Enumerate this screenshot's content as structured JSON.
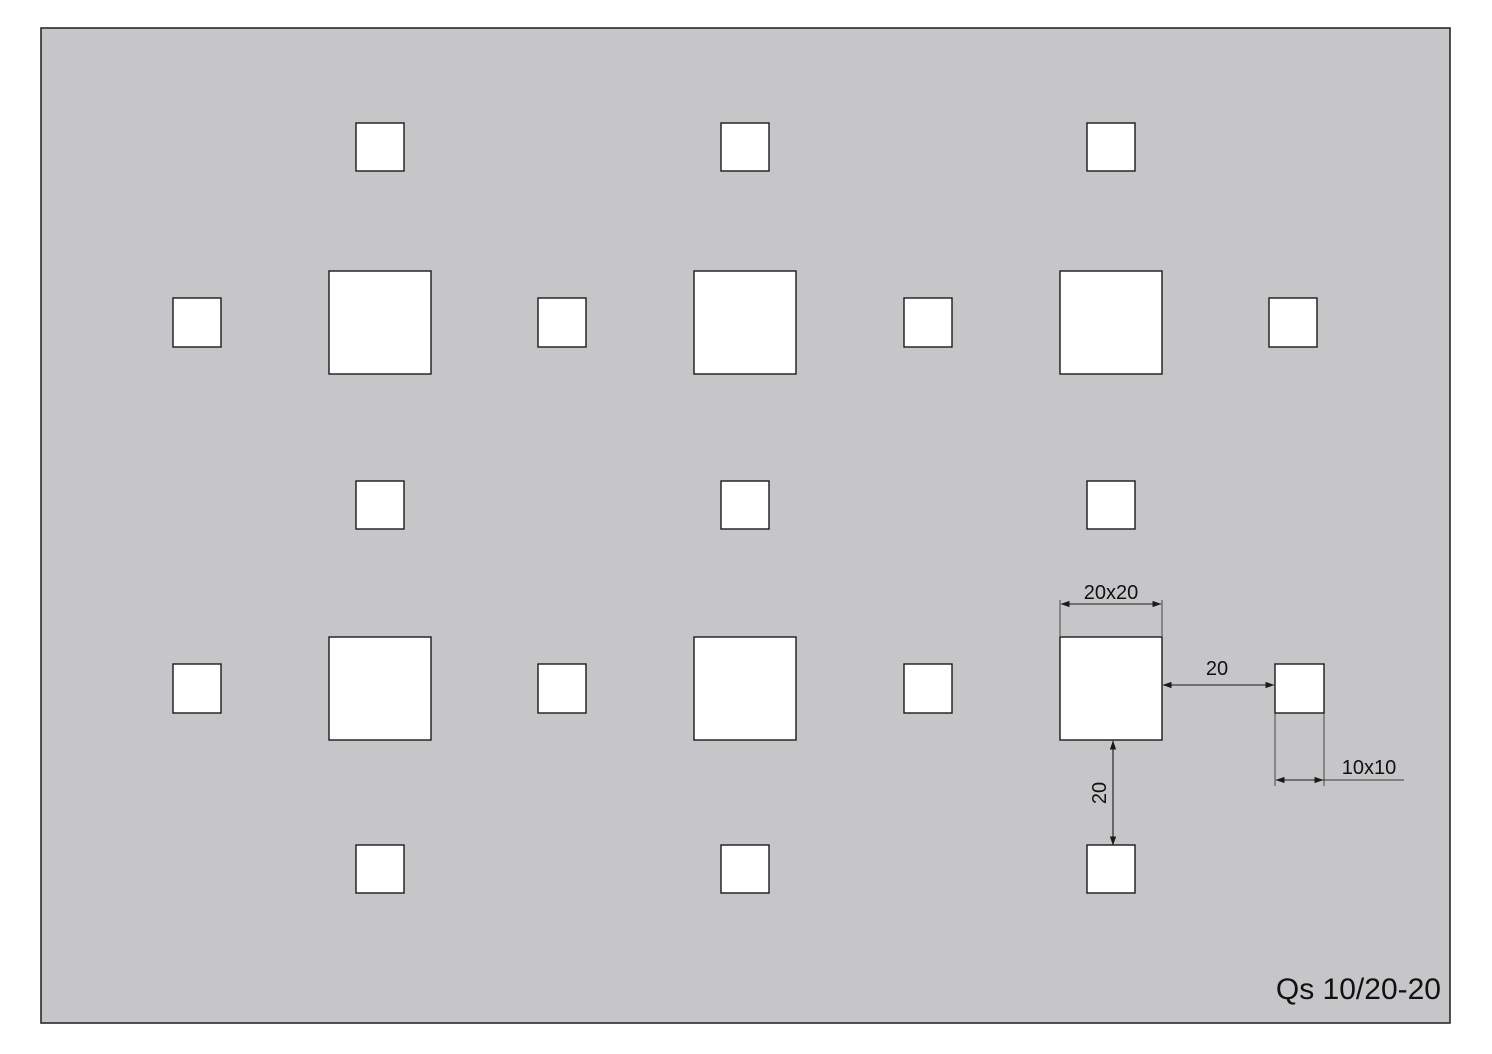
{
  "pattern": {
    "code": "Qs 10/20-20",
    "sheet_color": "#c6c6c8",
    "hole_color": "#ffffff"
  },
  "dimensions": {
    "large_hole": "20x20",
    "small_hole": "10x10",
    "horizontal_gap": "20",
    "vertical_gap": "20"
  }
}
